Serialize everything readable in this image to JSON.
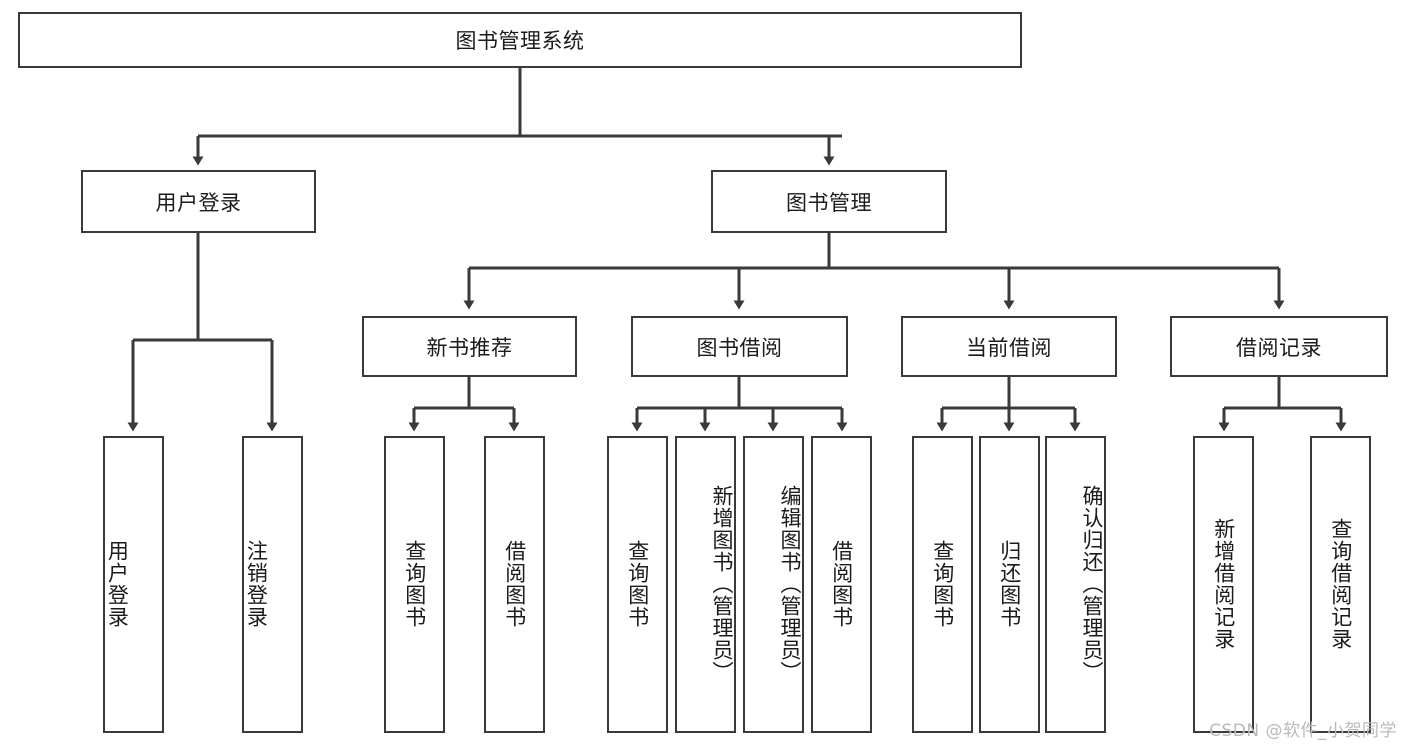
{
  "diagram": {
    "title": "图书管理系统",
    "stroke_color": "#3a3a3a",
    "text_color": "#1b1b1b",
    "background_color": "#ffffff",
    "root": {
      "label": "图书管理系统"
    },
    "level2": [
      {
        "label": "用户登录"
      },
      {
        "label": "图书管理"
      }
    ],
    "level3": [
      {
        "label": "新书推荐"
      },
      {
        "label": "图书借阅"
      },
      {
        "label": "当前借阅"
      },
      {
        "label": "借阅记录"
      }
    ],
    "leaves": {
      "user_login": [
        {
          "label": "用户登录"
        },
        {
          "label": "注销登录"
        }
      ],
      "new_book": [
        {
          "label": "查询图书"
        },
        {
          "label": "借阅图书"
        }
      ],
      "borrow_book": [
        {
          "label": "查询图书"
        },
        {
          "label": "新增图书（管理员）"
        },
        {
          "label": "编辑图书（管理员）"
        },
        {
          "label": "借阅图书"
        }
      ],
      "current_borrow": [
        {
          "label": "查询图书"
        },
        {
          "label": "归还图书"
        },
        {
          "label": "确认归还（管理员）"
        }
      ],
      "borrow_record": [
        {
          "label": "新增借阅记录"
        },
        {
          "label": "查询借阅记录"
        }
      ]
    }
  },
  "watermark": {
    "text": "CSDN @软件_小贺同学"
  }
}
